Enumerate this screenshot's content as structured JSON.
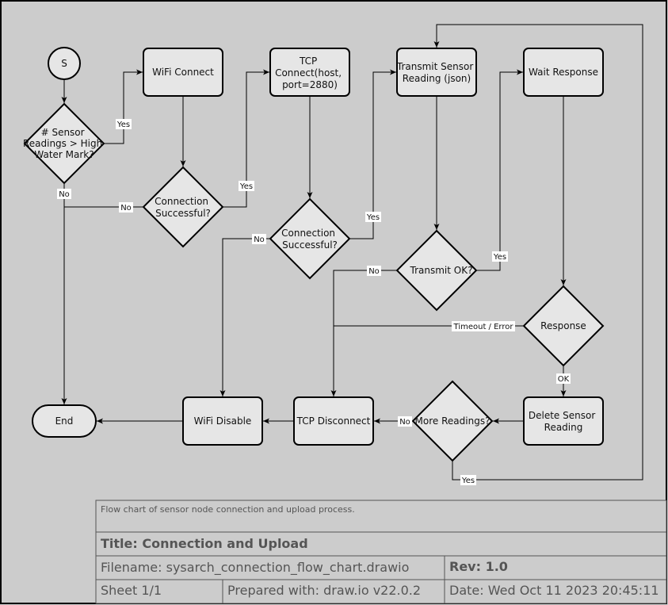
{
  "diagram": {
    "nodes": {
      "start": "S",
      "check_readings": [
        "# Sensor",
        "Readings > High",
        "Water Mark?"
      ],
      "wifi_connect": "WiFi Connect",
      "wifi_success": [
        "Connection",
        "Successful?"
      ],
      "tcp_connect": [
        "TCP",
        "Connect(host,",
        "port=2880)"
      ],
      "tcp_success": [
        "Connection",
        "Successful?"
      ],
      "transmit": [
        "Transmit Sensor",
        "Reading (json)"
      ],
      "transmit_ok": "Transmit OK?",
      "wait_response": "Wait Response",
      "response": "Response",
      "delete_reading": [
        "Delete Sensor",
        "Reading"
      ],
      "more_readings": "More Readings?",
      "tcp_disconnect": "TCP Disconnect",
      "wifi_disable": "WiFi Disable",
      "end": "End"
    },
    "edge_labels": {
      "check_yes": "Yes",
      "check_no": "No",
      "wifi_yes": "Yes",
      "wifi_no": "No",
      "tcp_yes": "Yes",
      "tcp_no": "No",
      "transmit_yes": "Yes",
      "transmit_no": "No",
      "response_timeout": "Timeout / Error",
      "response_ok": "OK",
      "more_no": "No",
      "more_yes": "Yes"
    }
  },
  "title_block": {
    "description": "Flow chart of sensor node connection and upload process.",
    "title": "Title: Connection and Upload",
    "filename": "Filename: sysarch_connection_flow_chart.drawio",
    "rev": "Rev: 1.0",
    "sheet": "Sheet 1/1",
    "prepared": "Prepared with: draw.io v22.0.2",
    "date": "Date: Wed Oct 11 2023 20:45:11"
  }
}
